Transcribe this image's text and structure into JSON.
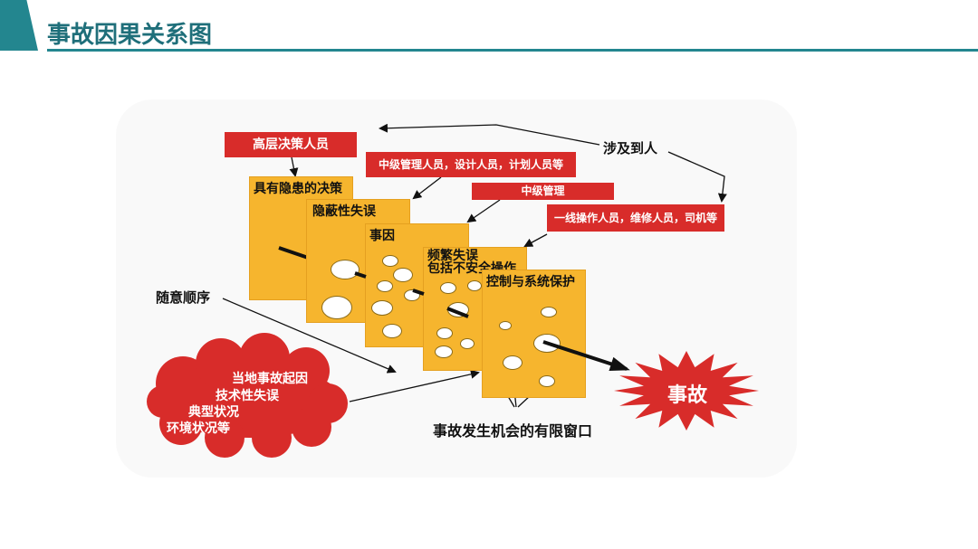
{
  "header": {
    "title": "事故因果关系图"
  },
  "boxes": {
    "senior": "高层决策人员",
    "middle_staff": "中级管理人员，设计人员，计划人员等",
    "middle": "中级管理",
    "front": "一线操作人员，维修人员，司机等"
  },
  "labels": {
    "involves": "涉及到人",
    "random": "随意顺序",
    "window": "事故发生机会的有限窗口"
  },
  "slices": [
    {
      "label": "具有隐患的决策"
    },
    {
      "label": "隐蔽性失误"
    },
    {
      "label": "事因"
    },
    {
      "label": "频繁失误",
      "label2": "包括不安全操作"
    },
    {
      "label": "控制与系统保护"
    }
  ],
  "cloud": {
    "lines": [
      "当地事故起因",
      "技术性失误",
      "典型状况",
      "环境状况等"
    ]
  },
  "accident": {
    "label": "事故"
  },
  "colors": {
    "accent": "#23868f",
    "red": "#d82c2a",
    "cheese": "#f6b52e"
  }
}
